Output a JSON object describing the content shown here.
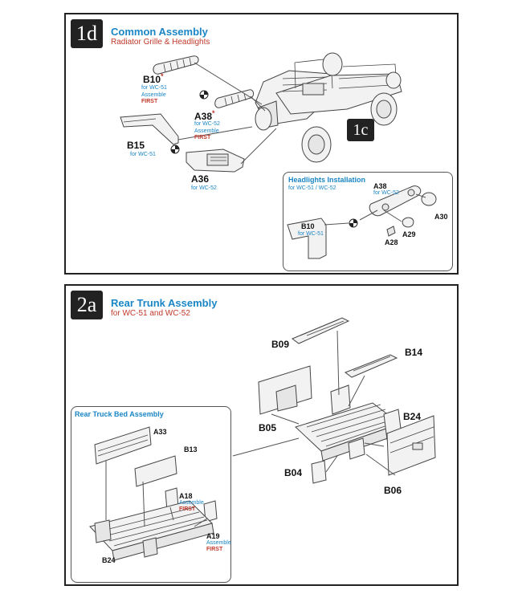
{
  "step1": {
    "badge": "1d",
    "title": "Common Assembly",
    "subtitle": "Radiator Grille & Headlights",
    "next_badge": "1c",
    "parts": {
      "b10": {
        "label": "B10",
        "star": "*",
        "note": "for WC-51",
        "note2": "Assemble",
        "first": "FIRST"
      },
      "a38": {
        "label": "A38",
        "star": "*",
        "note": "for WC-52",
        "note2": "Assemble",
        "first": "FIRST"
      },
      "b15": {
        "label": "B15",
        "note": "for WC-51"
      },
      "a36": {
        "label": "A36",
        "note": "for WC-52"
      }
    },
    "inset": {
      "title": "Headlights Installation",
      "subtitle": "for WC-51 / WC-52",
      "a38": {
        "label": "A38",
        "note": "for WC-52"
      },
      "b10": {
        "label": "B10",
        "note": "for WC-51"
      },
      "a30": "A30",
      "a29": "A29",
      "a28": "A28"
    }
  },
  "step2": {
    "badge": "2a",
    "title": "Rear Trunk Assembly",
    "subtitle": "for WC-51 and WC-52",
    "parts": {
      "b09": "B09",
      "b14": "B14",
      "b05": "B05",
      "b24": "B24",
      "b04": "B04",
      "b06": "B06"
    },
    "inset": {
      "title": "Rear Truck Bed Assembly",
      "a33": "A33",
      "b13": "B13",
      "a18": {
        "label": "A18",
        "note": "Assemble",
        "first": "FIRST"
      },
      "a19": {
        "label": "A19",
        "note": "Assemble",
        "first": "FIRST"
      },
      "b24": "B24"
    }
  }
}
